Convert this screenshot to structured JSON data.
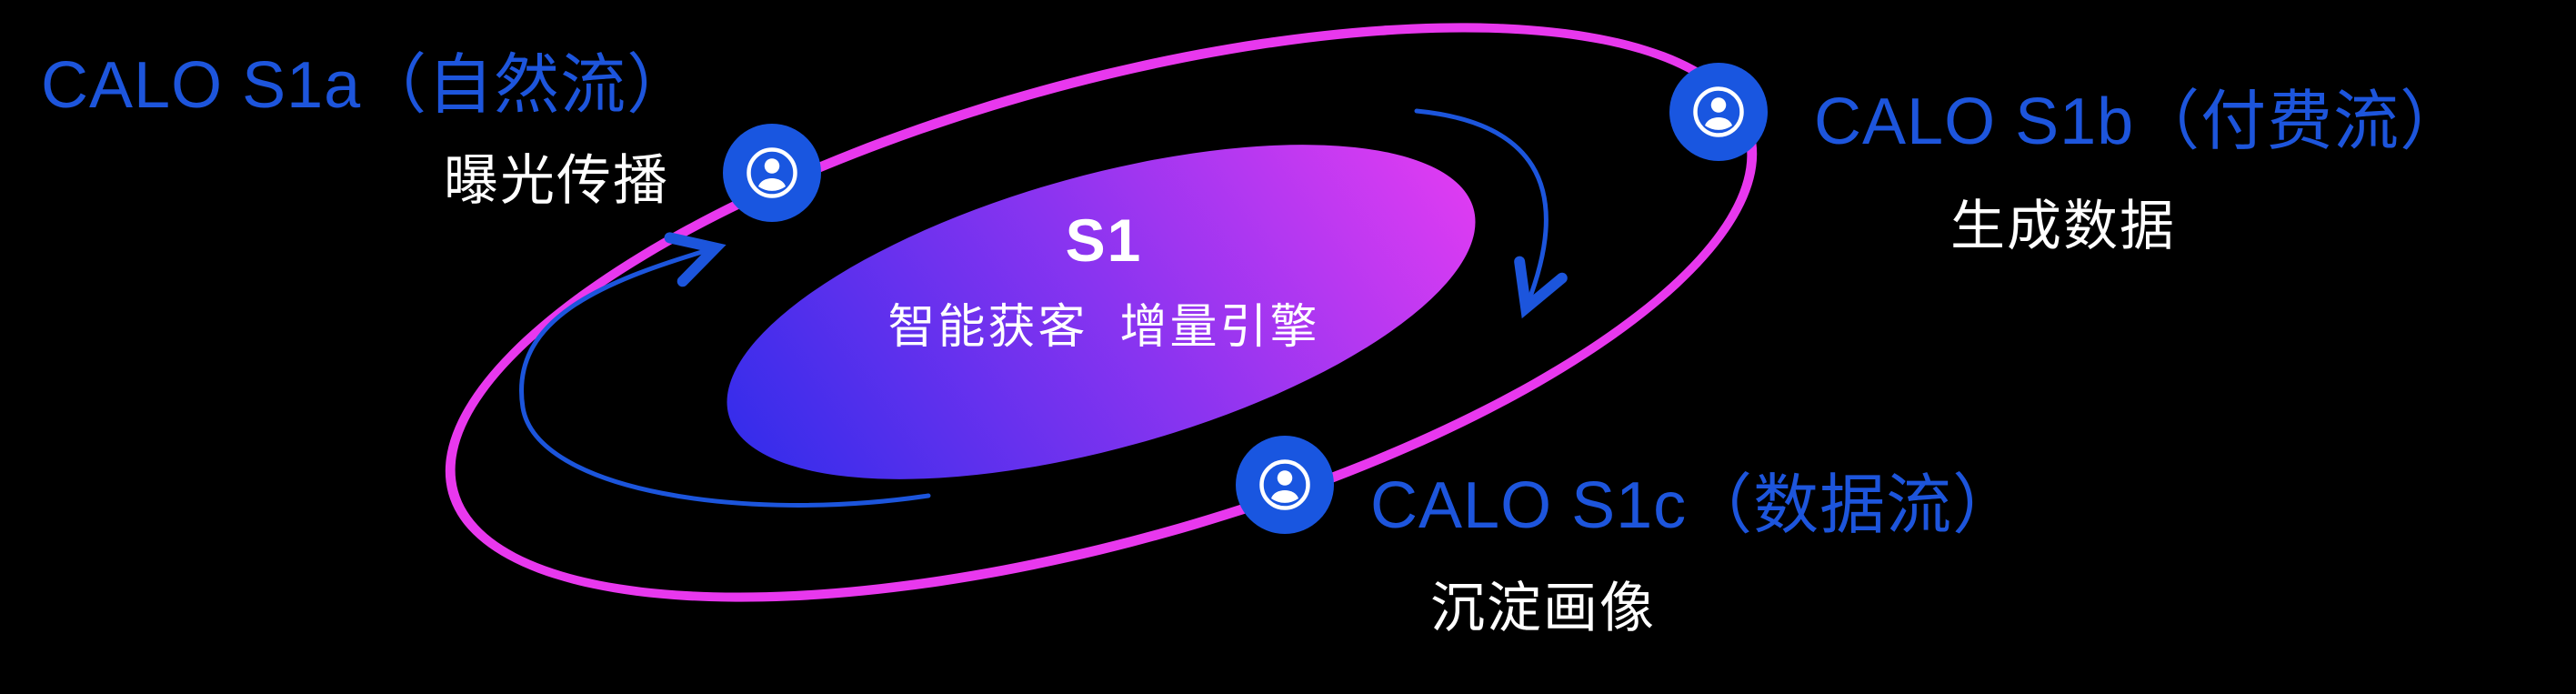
{
  "diagram": {
    "center": {
      "title": "S1",
      "subtitle": "智能获客  增量引擎"
    },
    "nodes": {
      "s1a": {
        "label": "CALO S1a（自然流）",
        "sublabel": "曝光传播",
        "icon": "user-icon"
      },
      "s1b": {
        "label": "CALO S1b（付费流）",
        "sublabel": "生成数据",
        "icon": "user-icon"
      },
      "s1c": {
        "label": "CALO S1c（数据流）",
        "sublabel": "沉淀画像",
        "icon": "user-icon"
      }
    },
    "arrows": {
      "left_arrow": "counter-clockwise flow from bottom toward S1a node",
      "right_arrow": "clockwise flow from top toward S1c side"
    },
    "colors": {
      "background": "#000000",
      "label_blue": "#1d55dc",
      "arrow_blue": "#1c55dc",
      "icon_blue": "#1956e0",
      "ring_magenta": "#e838ee",
      "center_gradient_start": "#2d2cea",
      "center_gradient_mid": "#8a34f0",
      "center_gradient_end": "#e33cf2",
      "text_white": "#ffffff"
    }
  }
}
